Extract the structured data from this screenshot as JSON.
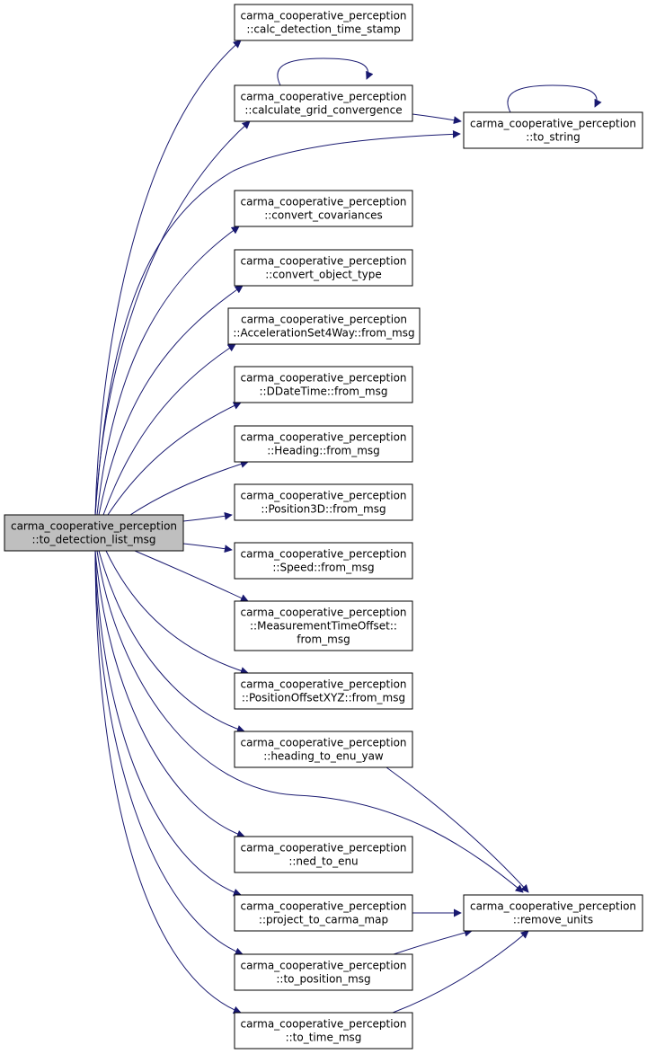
{
  "colors": {
    "edge": "#191970",
    "root_fill": "#bfbfbf",
    "node_fill": "#ffffff",
    "border": "#000000"
  },
  "root": {
    "lines": [
      "carma_cooperative_perception",
      "::to_detection_list_msg"
    ]
  },
  "nodes": [
    {
      "id": "calc_detection_time_stamp",
      "lines": [
        "carma_cooperative_perception",
        "::calc_detection_time_stamp"
      ]
    },
    {
      "id": "calculate_grid_convergence",
      "lines": [
        "carma_cooperative_perception",
        "::calculate_grid_convergence"
      ]
    },
    {
      "id": "to_string",
      "lines": [
        "carma_cooperative_perception",
        "::to_string"
      ]
    },
    {
      "id": "convert_covariances",
      "lines": [
        "carma_cooperative_perception",
        "::convert_covariances"
      ]
    },
    {
      "id": "convert_object_type",
      "lines": [
        "carma_cooperative_perception",
        "::convert_object_type"
      ]
    },
    {
      "id": "accel_from_msg",
      "lines": [
        "carma_cooperative_perception",
        "::AccelerationSet4Way::from_msg"
      ]
    },
    {
      "id": "ddatetime_from_msg",
      "lines": [
        "carma_cooperative_perception",
        "::DDateTime::from_msg"
      ]
    },
    {
      "id": "heading_from_msg",
      "lines": [
        "carma_cooperative_perception",
        "::Heading::from_msg"
      ]
    },
    {
      "id": "position3d_from_msg",
      "lines": [
        "carma_cooperative_perception",
        "::Position3D::from_msg"
      ]
    },
    {
      "id": "speed_from_msg",
      "lines": [
        "carma_cooperative_perception",
        "::Speed::from_msg"
      ]
    },
    {
      "id": "mto_from_msg",
      "lines": [
        "carma_cooperative_perception",
        "::MeasurementTimeOffset::",
        "from_msg"
      ]
    },
    {
      "id": "posxyz_from_msg",
      "lines": [
        "carma_cooperative_perception",
        "::PositionOffsetXYZ::from_msg"
      ]
    },
    {
      "id": "heading_to_enu_yaw",
      "lines": [
        "carma_cooperative_perception",
        "::heading_to_enu_yaw"
      ]
    },
    {
      "id": "ned_to_enu",
      "lines": [
        "carma_cooperative_perception",
        "::ned_to_enu"
      ]
    },
    {
      "id": "project_to_carma_map",
      "lines": [
        "carma_cooperative_perception",
        "::project_to_carma_map"
      ]
    },
    {
      "id": "remove_units",
      "lines": [
        "carma_cooperative_perception",
        "::remove_units"
      ]
    },
    {
      "id": "to_position_msg",
      "lines": [
        "carma_cooperative_perception",
        "::to_position_msg"
      ]
    },
    {
      "id": "to_time_msg",
      "lines": [
        "carma_cooperative_perception",
        "::to_time_msg"
      ]
    }
  ],
  "edges": [
    {
      "from": "root",
      "to": "calc_detection_time_stamp"
    },
    {
      "from": "root",
      "to": "calculate_grid_convergence"
    },
    {
      "from": "calculate_grid_convergence",
      "to": "calculate_grid_convergence"
    },
    {
      "from": "calculate_grid_convergence",
      "to": "to_string"
    },
    {
      "from": "to_string",
      "to": "to_string"
    },
    {
      "from": "root",
      "to": "to_string"
    },
    {
      "from": "root",
      "to": "convert_covariances"
    },
    {
      "from": "root",
      "to": "convert_object_type"
    },
    {
      "from": "root",
      "to": "accel_from_msg"
    },
    {
      "from": "root",
      "to": "ddatetime_from_msg"
    },
    {
      "from": "root",
      "to": "heading_from_msg"
    },
    {
      "from": "root",
      "to": "position3d_from_msg"
    },
    {
      "from": "root",
      "to": "speed_from_msg"
    },
    {
      "from": "root",
      "to": "mto_from_msg"
    },
    {
      "from": "root",
      "to": "posxyz_from_msg"
    },
    {
      "from": "root",
      "to": "heading_to_enu_yaw"
    },
    {
      "from": "heading_to_enu_yaw",
      "to": "remove_units"
    },
    {
      "from": "root",
      "to": "remove_units"
    },
    {
      "from": "root",
      "to": "ned_to_enu"
    },
    {
      "from": "root",
      "to": "project_to_carma_map"
    },
    {
      "from": "project_to_carma_map",
      "to": "remove_units"
    },
    {
      "from": "root",
      "to": "to_position_msg"
    },
    {
      "from": "to_position_msg",
      "to": "remove_units"
    },
    {
      "from": "root",
      "to": "to_time_msg"
    },
    {
      "from": "to_time_msg",
      "to": "remove_units"
    }
  ]
}
